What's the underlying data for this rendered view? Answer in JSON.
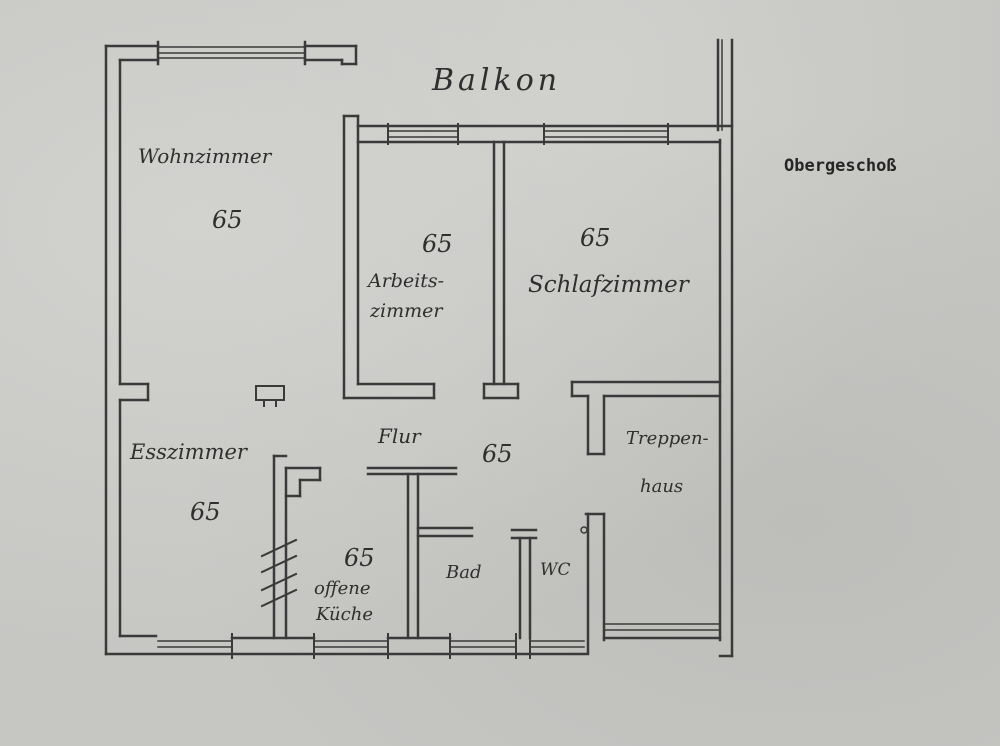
{
  "sheet": {
    "level_title": "Obergeschoß"
  },
  "rooms": {
    "balkon": "Balkon",
    "wohnzimmer": "Wohnzimmer",
    "esszimmer": "Esszimmer",
    "arbeitszimmer_line1": "Arbeits-",
    "arbeitszimmer_line2": "zimmer",
    "schlafzimmer": "Schlafzimmer",
    "flur": "Flur",
    "bad": "Bad",
    "wc": "WC",
    "treppenhaus_line1": "Treppen-",
    "treppenhaus_line2": "haus",
    "kueche_line1": "offene",
    "kueche_line2": "Küche"
  },
  "room_grades": {
    "wohnzimmer": "65",
    "esszimmer": "65",
    "arbeitszimmer": "65",
    "schlafzimmer": "65",
    "flur": "65",
    "kueche": "65"
  },
  "colors": {
    "paper": "#c6c6c3",
    "ink": "#2f2f2f",
    "wall": "#3a3a3a"
  }
}
